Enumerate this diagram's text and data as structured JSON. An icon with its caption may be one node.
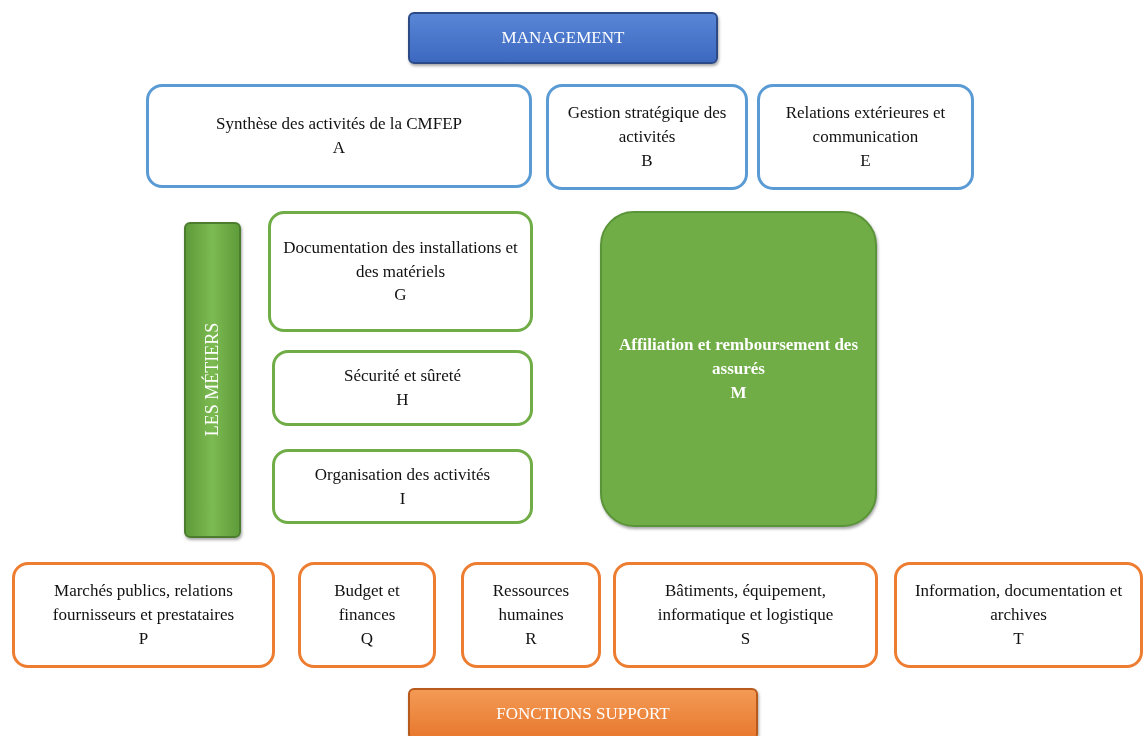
{
  "diagram": {
    "nodes": [
      {
        "text": [
          "MANAGEMENT"
        ]
      },
      {
        "text": [
          "Synthèse des activités de la CMFEP",
          "A"
        ]
      },
      {
        "text": [
          "Gestion stratégique des activités",
          "B"
        ]
      },
      {
        "text": [
          "Relations extérieures et communication",
          "E"
        ]
      },
      {
        "text": [
          "LES MÉTIERS"
        ]
      },
      {
        "text": [
          "Documentation des installations et des matériels",
          "G"
        ]
      },
      {
        "text": [
          "Sécurité et sûreté",
          "H"
        ]
      },
      {
        "text": [
          "Organisation des activités",
          "I"
        ]
      },
      {
        "text": [
          "Affiliation et remboursement des assurés",
          "M"
        ]
      },
      {
        "text": [
          "Marchés publics, relations fournisseurs et prestataires",
          "P"
        ]
      },
      {
        "text": [
          "Budget et finances",
          "Q"
        ]
      },
      {
        "text": [
          "Ressources humaines",
          "R"
        ]
      },
      {
        "text": [
          "Bâtiments, équipement, informatique et logistique",
          "S"
        ]
      },
      {
        "text": [
          "Information, documentation et archives",
          "T"
        ]
      },
      {
        "text": [
          "FONCTIONS SUPPORT"
        ]
      }
    ]
  }
}
